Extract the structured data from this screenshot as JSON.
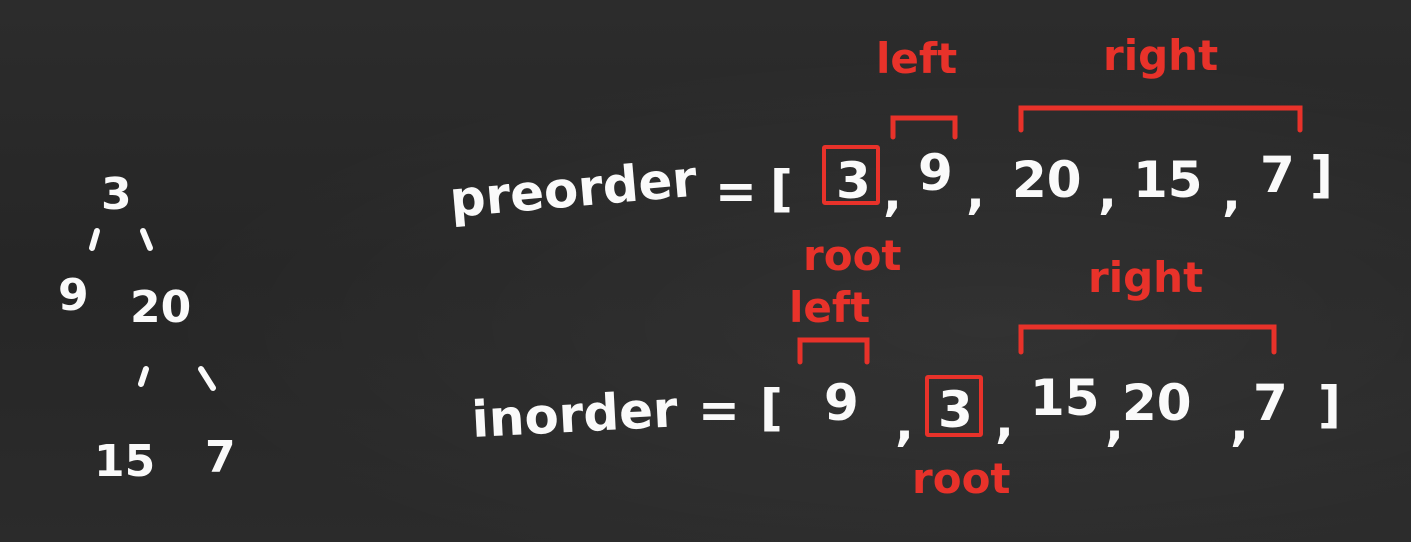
{
  "tree": {
    "root": "3",
    "left_child": "9",
    "right_child": "20",
    "right_left": "15",
    "right_right": "7"
  },
  "preorder": {
    "label": "preorder",
    "equals": "=",
    "open": "[",
    "close": "]",
    "values": [
      "3",
      "9",
      "20",
      "15",
      "7"
    ],
    "left_label": "left",
    "right_label": "right",
    "root_label": "root"
  },
  "inorder": {
    "label": "inorder",
    "equals": "=",
    "open": "[",
    "close": "]",
    "values": [
      "9",
      "3",
      "15",
      "20",
      "7"
    ],
    "left_label": "left",
    "right_label": "right",
    "root_label": "root"
  },
  "colors": {
    "chalk": "#fafafa",
    "annotation": "#e8322a",
    "board": "#2a2a2a"
  }
}
